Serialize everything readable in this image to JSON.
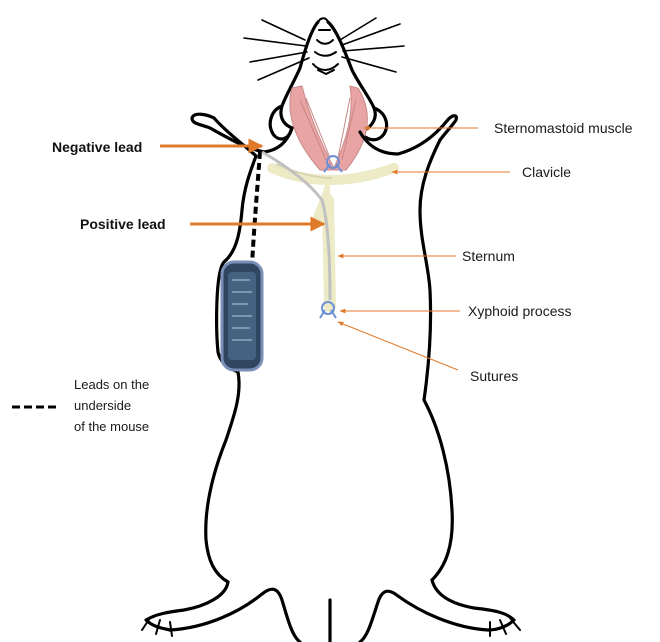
{
  "colors": {
    "arrow": "#e07a2b",
    "muscle": "#e8a3a3",
    "bone": "#ecebc6",
    "suture": "#6f8fd6",
    "device": "#2f4660",
    "outline": "#000000"
  },
  "labels": {
    "negative_lead": "Negative lead",
    "positive_lead": "Positive lead",
    "sternomastoid": "Sternomastoid muscle",
    "clavicle": "Clavicle",
    "sternum": "Sternum",
    "xyphoid": "Xyphoid process",
    "sutures": "Sutures"
  },
  "legend": {
    "line1": "Leads on the",
    "line2": "underside",
    "line3": "of the mouse"
  },
  "icons": {
    "device": "implanted-transmitter-icon",
    "suture": "suture-loop-icon"
  }
}
